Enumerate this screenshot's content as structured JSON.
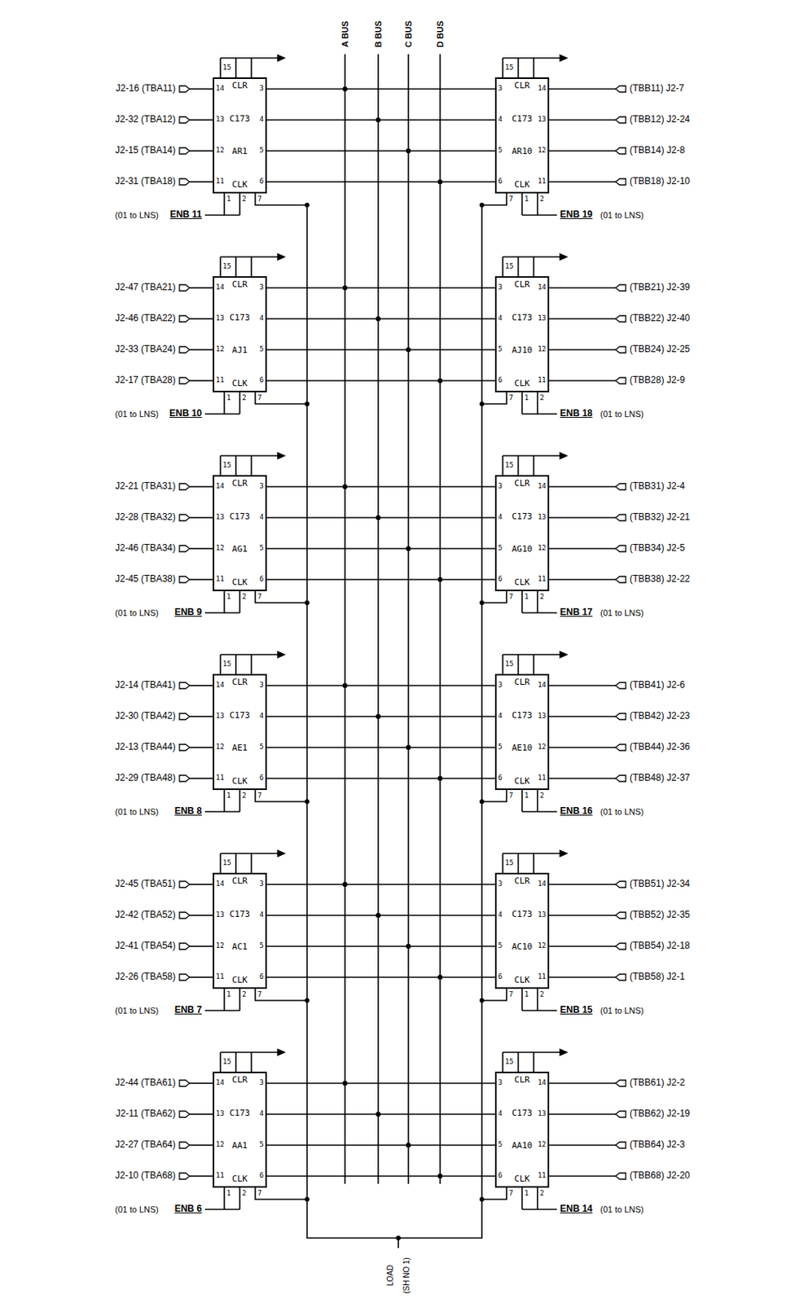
{
  "diagram": {
    "nodes": [
      {
        "text": [
          "CLR",
          "C173",
          "AR1",
          "CLK"
        ]
      },
      {
        "text": [
          "CLR",
          "C173",
          "AR10",
          "CLK"
        ]
      },
      {
        "text": [
          "CLR",
          "C173",
          "AJ1",
          "CLK"
        ]
      },
      {
        "text": [
          "CLR",
          "C173",
          "AJ10",
          "CLK"
        ]
      },
      {
        "text": [
          "CLR",
          "C173",
          "AG1",
          "CLK"
        ]
      },
      {
        "text": [
          "CLR",
          "C173",
          "AG10",
          "CLK"
        ]
      },
      {
        "text": [
          "CLR",
          "C173",
          "AE1",
          "CLK"
        ]
      },
      {
        "text": [
          "CLR",
          "C173",
          "AE10",
          "CLK"
        ]
      },
      {
        "text": [
          "CLR",
          "C173",
          "AC1",
          "CLK"
        ]
      },
      {
        "text": [
          "CLR",
          "C173",
          "AC10",
          "CLK"
        ]
      },
      {
        "text": [
          "CLR",
          "C173",
          "AA1",
          "CLK"
        ]
      },
      {
        "text": [
          "CLR",
          "C173",
          "AA10",
          "CLK"
        ]
      }
    ],
    "labels": [
      "A BUS",
      "B BUS",
      "C BUS",
      "D BUS",
      "J2-16 (TBA11)",
      "J2-32 (TBA12)",
      "J2-15 (TBA14)",
      "J2-31 (TBA18)",
      "14",
      "13",
      "12",
      "11",
      "3",
      "4",
      "5",
      "6",
      "15",
      "1",
      "2",
      "7",
      "ENB 11",
      "(01 to LNS)",
      "(TBB11) J2-7",
      "(TBB12) J2-24",
      "(TBB14) J2-8",
      "(TBB18) J2-10",
      "14",
      "13",
      "12",
      "11",
      "3",
      "4",
      "5",
      "6",
      "15",
      "1",
      "2",
      "7",
      "ENB 19",
      "(01 to LNS)",
      "J2-47 (TBA21)",
      "J2-46 (TBA22)",
      "J2-33 (TBA24)",
      "J2-17 (TBA28)",
      "14",
      "13",
      "12",
      "11",
      "3",
      "4",
      "5",
      "6",
      "15",
      "1",
      "2",
      "7",
      "ENB 10",
      "(01 to LNS)",
      "(TBB21) J2-39",
      "(TBB22) J2-40",
      "(TBB24) J2-25",
      "(TBB28) J2-9",
      "14",
      "13",
      "12",
      "11",
      "3",
      "4",
      "5",
      "6",
      "15",
      "1",
      "2",
      "7",
      "ENB 18",
      "(01 to LNS)",
      "J2-21 (TBA31)",
      "J2-28 (TBA32)",
      "J2-46 (TBA34)",
      "J2-45 (TBA38)",
      "14",
      "13",
      "12",
      "11",
      "3",
      "4",
      "5",
      "6",
      "15",
      "1",
      "2",
      "7",
      "ENB 9",
      "(01 to LNS)",
      "(TBB31) J2-4",
      "(TBB32) J2-21",
      "(TBB34) J2-5",
      "(TBB38) J2-22",
      "14",
      "13",
      "12",
      "11",
      "3",
      "4",
      "5",
      "6",
      "15",
      "1",
      "2",
      "7",
      "ENB 17",
      "(01 to LNS)",
      "J2-14 (TBA41)",
      "J2-30 (TBA42)",
      "J2-13 (TBA44)",
      "J2-29 (TBA48)",
      "14",
      "13",
      "12",
      "11",
      "3",
      "4",
      "5",
      "6",
      "15",
      "1",
      "2",
      "7",
      "ENB 8",
      "(01 to LNS)",
      "(TBB41) J2-6",
      "(TBB42) J2-23",
      "(TBB44) J2-36",
      "(TBB48) J2-37",
      "14",
      "13",
      "12",
      "11",
      "3",
      "4",
      "5",
      "6",
      "15",
      "1",
      "2",
      "7",
      "ENB 16",
      "(01 to LNS)",
      "J2-45 (TBA51)",
      "J2-42 (TBA52)",
      "J2-41 (TBA54)",
      "J2-26 (TBA58)",
      "14",
      "13",
      "12",
      "11",
      "3",
      "4",
      "5",
      "6",
      "15",
      "1",
      "2",
      "7",
      "ENB 7",
      "(01 to LNS)",
      "(TBB51) J2-34",
      "(TBB52) J2-35",
      "(TBB54) J2-18",
      "(TBB58) J2-1",
      "14",
      "13",
      "12",
      "11",
      "3",
      "4",
      "5",
      "6",
      "15",
      "1",
      "2",
      "7",
      "ENB 15",
      "(01 to LNS)",
      "J2-44 (TBA61)",
      "J2-11 (TBA62)",
      "J2-27 (TBA64)",
      "J2-10 (TBA68)",
      "14",
      "13",
      "12",
      "11",
      "3",
      "4",
      "5",
      "6",
      "15",
      "1",
      "2",
      "7",
      "ENB 6",
      "(01 to LNS)",
      "(TBB61) J2-2",
      "(TBB62) J2-19",
      "(TBB64) J2-3",
      "(TBB68) J2-20",
      "14",
      "13",
      "12",
      "11",
      "3",
      "4",
      "5",
      "6",
      "15",
      "1",
      "2",
      "7",
      "ENB 14",
      "(01 to LNS)",
      "LOAD",
      "(SH NO 1)"
    ]
  }
}
